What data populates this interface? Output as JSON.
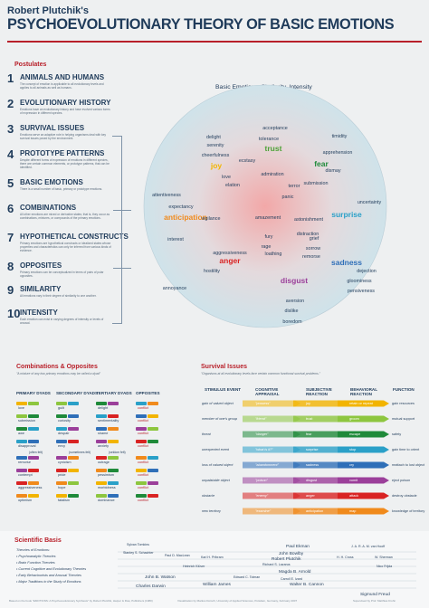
{
  "header": {
    "kicker": "Robert Plutchik's",
    "title": "PSYCHOEVOLUTIONARY THEORY OF BASIC EMOTIONS"
  },
  "postulates": {
    "label": "Postulates",
    "items": [
      {
        "num": "1",
        "title": "ANIMALS AND HUMANS",
        "desc": "The concept of emotion is applicable to all evolutionary levels and applies to all animals as well as humans."
      },
      {
        "num": "2",
        "title": "EVOLUTIONARY HISTORY",
        "desc": "Emotions have an evolutionary history and have evolved various forms of expression in different species."
      },
      {
        "num": "3",
        "title": "SURVIVAL ISSUES",
        "desc": "Emotions serve an adaptive role in helping organisms deal with key survival issues posed by the environment."
      },
      {
        "num": "4",
        "title": "PROTOTYPE PATTERNS",
        "desc": "Despite different forms of expression of emotions in different species, there are certain common elements, or prototype patterns, that can be identified."
      },
      {
        "num": "5",
        "title": "BASIC EMOTIONS",
        "desc": "There is a small number of basic, primary or prototype emotions."
      },
      {
        "num": "6",
        "title": "COMBINATIONS",
        "desc": "All other emotions are mixed or derivative states; that is, they occur as combinations, mixtures, or compounds of the primary emotions."
      },
      {
        "num": "7",
        "title": "HYPOTHETICAL CONSTRUCTS",
        "desc": "Primary emotions are hypothetical constructs or idealized states whose properties and characteristics can only be inferred from various kinds of evidence."
      },
      {
        "num": "8",
        "title": "OPPOSITES",
        "desc": "Primary emotions can be conceptualized in terms of pairs of polar opposites."
      },
      {
        "num": "9",
        "title": "SIMILARITY",
        "desc": "All emotions vary in their degree of similarity to one another."
      },
      {
        "num": "10",
        "title": "INTENSITY",
        "desc": "Each emotion can exist in varying degrees of intensity or levels of arousal."
      }
    ]
  },
  "wheel": {
    "title": "Basic Emotions, Similarity, Intensity",
    "colors": {
      "outer": "#cfe3ea",
      "mid": "#e4d9dc",
      "center": "#efa7a7"
    },
    "basic": [
      {
        "label": "trust",
        "color": "#4ba236"
      },
      {
        "label": "fear",
        "color": "#1f8a3a"
      },
      {
        "label": "surprise",
        "color": "#2aa0c8"
      },
      {
        "label": "sadness",
        "color": "#2f6fb8"
      },
      {
        "label": "disgust",
        "color": "#9b3f9a"
      },
      {
        "label": "anger",
        "color": "#d92323"
      },
      {
        "label": "anticipation",
        "color": "#f08a1c"
      },
      {
        "label": "joy",
        "color": "#f2b400"
      }
    ],
    "words": [
      "acceptance",
      "tolerance",
      "delight",
      "serenity",
      "cheerfulness",
      "ecstasy",
      "admiration",
      "love",
      "elation",
      "terror",
      "submission",
      "timidity",
      "apprehension",
      "dismay",
      "uncertainty",
      "panic",
      "attentiveness",
      "expectancy",
      "vigilance",
      "amazement",
      "astonishment",
      "distraction",
      "interest",
      "fury",
      "rage",
      "grief",
      "sorrow",
      "aggressiveness",
      "loathing",
      "remorse",
      "hostility",
      "dejection",
      "gloominess",
      "pensiveness",
      "annoyance",
      "aversion",
      "dislike",
      "boredom"
    ]
  },
  "combinations": {
    "label": "Combinations & Opposites",
    "desc": "\"A mixture of any two primary emotions may be called a dyad\"",
    "headers": [
      "PRIMARY DYADS",
      "SECONDARY DYADS",
      "TERTIARY DYADS",
      "OPPOSITES"
    ],
    "notes": [
      "(often felt)",
      "(sometimes felt)",
      "(seldom felt)"
    ],
    "cells": [
      [
        "love",
        "guilt",
        "delight",
        "conflict"
      ],
      [
        "submission",
        "curiosity",
        "sentimentality",
        "conflict"
      ],
      [
        "awe",
        "despair",
        "shame",
        "conflict"
      ],
      [
        "disapproval",
        "envy",
        "anxiety",
        "conflict"
      ],
      [
        "remorse",
        "cynicism",
        "outrage",
        "conflict"
      ],
      [
        "contempt",
        "pride",
        "pessimism",
        "conflict"
      ],
      [
        "aggressiveness",
        "hope",
        "morbidness",
        "conflict"
      ],
      [
        "optimism",
        "fatalism",
        "dominance",
        "conflict"
      ]
    ]
  },
  "survival": {
    "label": "Survival Issues",
    "desc": "\"Organisms at all evolutionary levels face certain common functional survival problems.\"",
    "headers": [
      "STIMULUS EVENT",
      "COGNITIVE APPRAISAL",
      "SUBJECTIVE REACTION",
      "BEHAVIORAL REACTION",
      "FUNCTION"
    ],
    "rows": [
      {
        "stimulus": "gain of valued object",
        "appraisal": "\"possess\"",
        "reaction": "joy",
        "behavior": "retain or repeat",
        "function": "gain resources",
        "color": "#f2b400"
      },
      {
        "stimulus": "member of one's group",
        "appraisal": "\"friend\"",
        "reaction": "trust",
        "behavior": "groom",
        "function": "mutual support",
        "color": "#8dc63f"
      },
      {
        "stimulus": "threat",
        "appraisal": "\"danger\"",
        "reaction": "fear",
        "behavior": "escape",
        "function": "safety",
        "color": "#1f8a3a"
      },
      {
        "stimulus": "unexpected event",
        "appraisal": "\"what is it?\"",
        "reaction": "surprise",
        "behavior": "stop",
        "function": "gain time to orient",
        "color": "#2aa0c8"
      },
      {
        "stimulus": "loss of valued object",
        "appraisal": "\"abandonment\"",
        "reaction": "sadness",
        "behavior": "cry",
        "function": "reattach to lost object",
        "color": "#2f6fb8"
      },
      {
        "stimulus": "unpalatable object",
        "appraisal": "\"poison\"",
        "reaction": "disgust",
        "behavior": "vomit",
        "function": "eject poison",
        "color": "#9b3f9a"
      },
      {
        "stimulus": "obstacle",
        "appraisal": "\"enemy\"",
        "reaction": "anger",
        "behavior": "attack",
        "function": "destroy obstacle",
        "color": "#d92323"
      },
      {
        "stimulus": "new territory",
        "appraisal": "\"examine\"",
        "reaction": "anticipation",
        "behavior": "map",
        "function": "knowledge of territory",
        "color": "#f08a1c"
      }
    ]
  },
  "scientific": {
    "label": "Scientific Basis",
    "theories_title": "Theories of Emotions:",
    "theories": [
      "• Psychoanalytic Theories",
      "• Brain Function Theories",
      "• Current Cognitive and Evolutionary Theories",
      "• Early Behaviourists and Arousal Theories",
      "• Major Traditions in the Study of Emotions"
    ],
    "names": [
      "Sylvan Tomkins",
      "Paul Ekman",
      "Stanley S. Schachter",
      "Paul D. MacLean",
      "Karl H. Pribram",
      "Robert Plutchik",
      "J. A. R. A. M. van Hooff",
      "Richard S. Lazarus",
      "John Bowlby",
      "Magda B. Arnold",
      "H. H. Cross",
      "W. Sherman",
      "Sigmund Freud",
      "Walter B. Cannon",
      "William James",
      "Charles Darwin",
      "Carroll E. Izard",
      "John B. Watson",
      "Heinrich Klüver",
      "Edward C. Tolman",
      "Nico Frijda"
    ]
  },
  "footer": {
    "left": "Based on the book \"EMOTIONS: A Psychoevolutionary Synthesis\" by Robert Plutchik, Harper & Row, Publishers (1980)",
    "mid": "Visualization by Markus Dorsch, University of Applied Sciences, Potsdam, Germany, February 2007",
    "right": "Supervised by Prof. Matthias Krohn"
  }
}
